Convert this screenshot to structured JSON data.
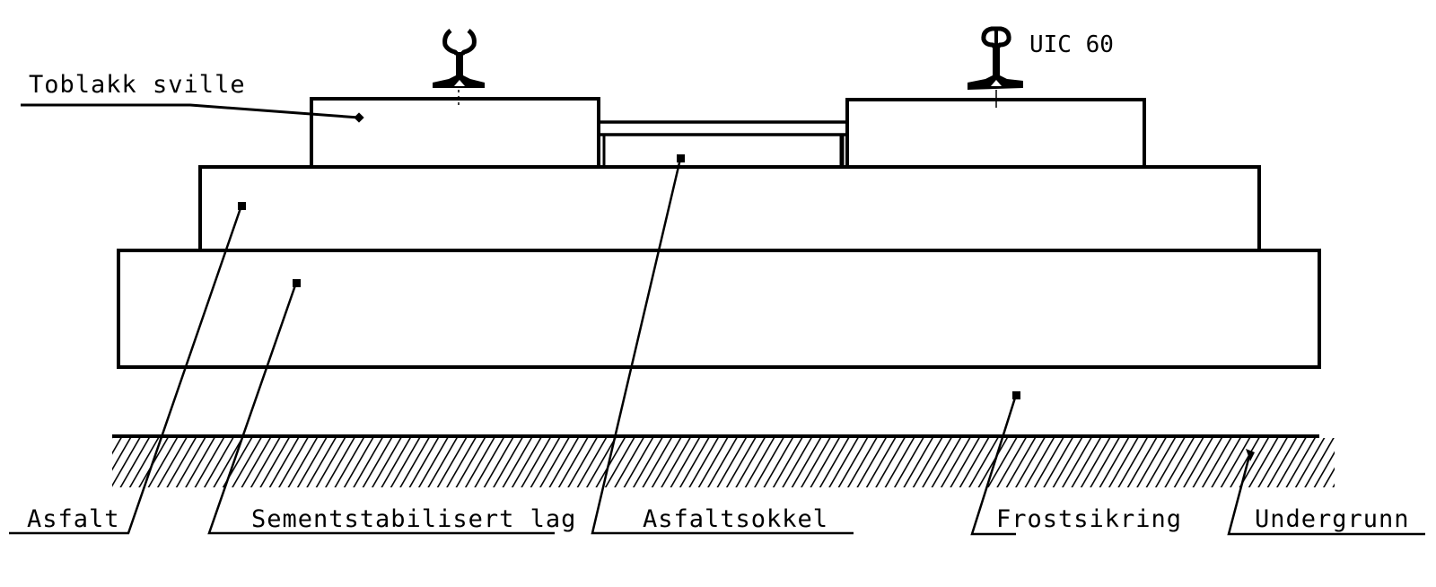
{
  "diagram": {
    "rail_type_label": "UIC 60",
    "labels": {
      "sleeper": "Toblakk sville",
      "asphalt": "Asfalt",
      "cement_layer": "Sementstabilisert lag",
      "asphalt_base": "Asfaltsokkel",
      "frost_protection": "Frostsikring",
      "subgrade": "Undergrunn"
    },
    "colors": {
      "line": "#000000",
      "background": "#ffffff"
    }
  }
}
